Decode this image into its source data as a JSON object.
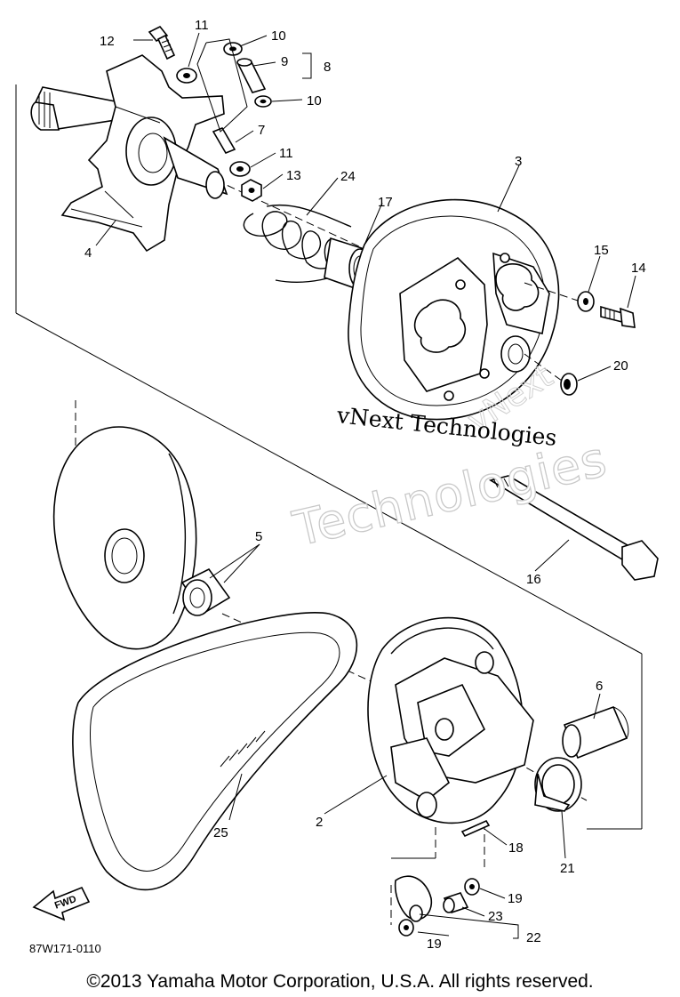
{
  "diagram": {
    "drawing_id": "87W171-0110",
    "fwd_label": "FWD",
    "watermark_primary": "vNext Technologies",
    "watermark_secondary": "Technologies",
    "watermark_tertiary": "vNext",
    "callouts": [
      "12",
      "11",
      "10",
      "9",
      "8",
      "10",
      "7",
      "11",
      "13",
      "24",
      "17",
      "3",
      "4",
      "15",
      "14",
      "20",
      "5",
      "16",
      "6",
      "2",
      "25",
      "18",
      "21",
      "19",
      "23",
      "22",
      "19"
    ]
  },
  "footer": {
    "copyright": "©2013 Yamaha Motor Corporation, U.S.A. All rights reserved."
  }
}
